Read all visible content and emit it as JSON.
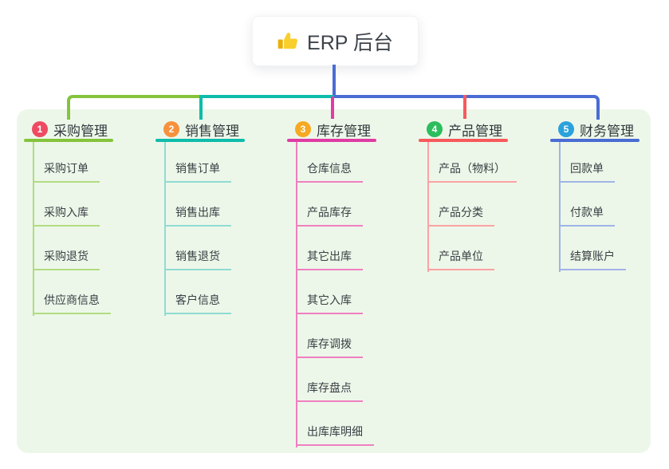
{
  "root": {
    "title": "ERP 后台",
    "icon": "thumbs-up-icon"
  },
  "branches": [
    {
      "index": "1",
      "title": "采购管理",
      "badge_color": "#ee4b63",
      "line_color": "#84c43c",
      "light_color": "#b2dc82",
      "children": [
        "采购订单",
        "采购入库",
        "采购退货",
        "供应商信息"
      ]
    },
    {
      "index": "2",
      "title": "销售管理",
      "badge_color": "#f7913e",
      "line_color": "#0ebcab",
      "light_color": "#8fdcd3",
      "children": [
        "销售订单",
        "销售出库",
        "销售退货",
        "客户信息"
      ]
    },
    {
      "index": "3",
      "title": "库存管理",
      "badge_color": "#f6a922",
      "line_color": "#e03ca4",
      "light_color": "#ef7fc0",
      "children": [
        "仓库信息",
        "产品库存",
        "其它出库",
        "其它入库",
        "库存调拨",
        "库存盘点",
        "出库库明细"
      ]
    },
    {
      "index": "4",
      "title": "产品管理",
      "badge_color": "#2cbd5d",
      "line_color": "#f75a5c",
      "light_color": "#fba2a2",
      "children": [
        "产品（物料）",
        "产品分类",
        "产品单位"
      ]
    },
    {
      "index": "5",
      "title": "财务管理",
      "badge_color": "#2aa2db",
      "line_color": "#4a6cd4",
      "light_color": "#a0b4e6",
      "children": [
        "回款单",
        "付款单",
        "结算账户"
      ]
    }
  ],
  "colors": {
    "canvas_bg": "#ffffff",
    "panel_bg": "#edf7e9",
    "root_connector": "#4a6cd4",
    "text": "#3b4148"
  }
}
